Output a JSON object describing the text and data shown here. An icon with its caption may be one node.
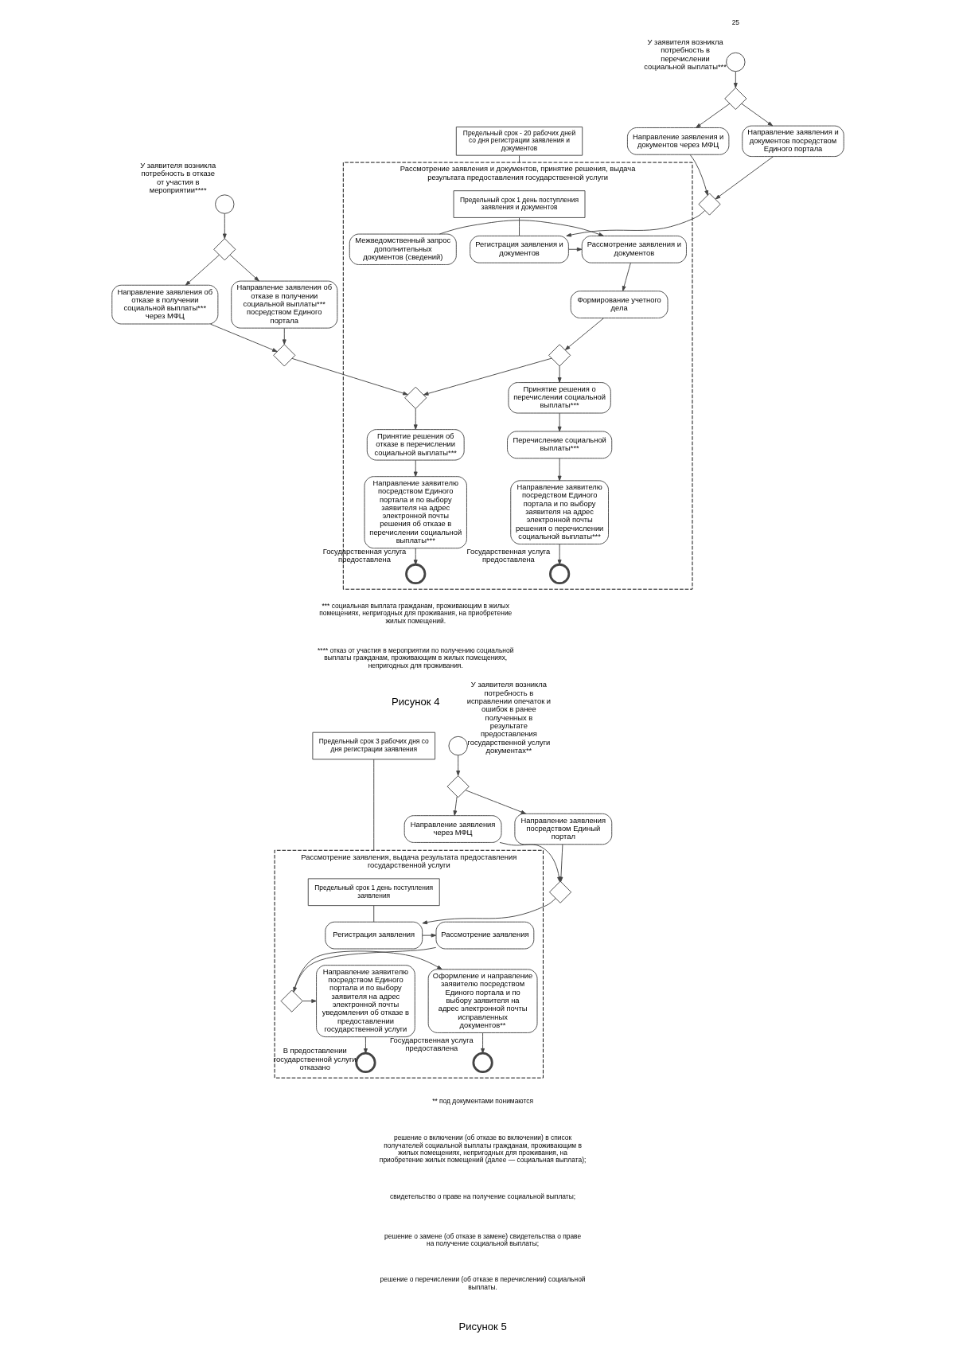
{
  "diagram": {
    "nodes": [
      {
        "text": [
          "Рассмотрение заявления и документов, принятие решения, выдача результата предоставления государственной услуги"
        ]
      },
      {
        "text": [
          "Предельный срок - 20 рабочих дней со дня регистрации заявления и документов"
        ]
      },
      {
        "text": [],
        "shape": "circle",
        "beside": [
          "У заявителя возникла потребность в перечислении социальной выплаты***"
        ]
      },
      {
        "text": [],
        "shape": "diamond"
      },
      {
        "text": [
          "Направление заявления и документов через МФЦ"
        ]
      },
      {
        "text": [
          "Направление заявления и документов посредством Единого портала"
        ]
      },
      {
        "text": [],
        "shape": "diamond"
      },
      {
        "text": [
          "Предельный срок 1 день поступления заявления и документов"
        ],
        "in": 0
      },
      {
        "text": [
          "Регистрация заявления и документов"
        ],
        "in": 0
      },
      {
        "text": [
          "Рассмотрение заявления и документов"
        ],
        "in": 0
      },
      {
        "text": [
          "Межведомственный запрос дополнительных документов (сведений)"
        ],
        "in": 0
      },
      {
        "text": [
          "Формирование учетного дела"
        ],
        "in": 0
      },
      {
        "text": [],
        "shape": "diamond",
        "in": 0
      },
      {
        "text": [],
        "shape": "diamond",
        "in": 0
      },
      {
        "text": [],
        "shape": "circle",
        "beside": [
          "У заявителя возникла потребность в отказе от участия в мероприятии****"
        ]
      },
      {
        "text": [],
        "shape": "diamond"
      },
      {
        "text": [
          "Направление заявления об отказе в получении социальной выплаты*** через МФЦ"
        ]
      },
      {
        "text": [
          "Направление заявления об отказе в получении социальной выплаты*** посредством Единого портала"
        ]
      },
      {
        "text": [],
        "shape": "diamond"
      },
      {
        "text": [
          "Принятие решения об отказе в перечислении социальной выплаты***"
        ],
        "in": 0
      },
      {
        "text": [
          "Принятие решения о перечислении социальной выплаты***"
        ],
        "in": 0
      },
      {
        "text": [
          "Перечисление социальной выплаты***"
        ],
        "in": 0
      },
      {
        "text": [
          "Направление заявителю посредством Единого портала и по выбору заявителя на адрес электронной почты решения об отказе в перечислении социальной выплаты***"
        ],
        "in": 0
      },
      {
        "text": [
          "Направление заявителю посредством Единого портала и по выбору заявителя на адрес электронной почты решения о перечислении социальной выплаты***"
        ],
        "in": 0
      },
      {
        "text": [],
        "shape": "circle",
        "in": 0,
        "beside": [
          "Государственная услуга предоставлена"
        ]
      },
      {
        "text": [],
        "shape": "circle",
        "in": 0,
        "beside": [
          "Государственная услуга предоставлена"
        ]
      },
      {
        "text": [
          "Рассмотрение заявления, выдача результата предоставления государственной услуги"
        ]
      },
      {
        "text": [
          "Предельный срок 3 рабочих дня со дня регистрации заявления"
        ]
      },
      {
        "text": [],
        "shape": "circle",
        "beside": [
          "У заявителя возникла потребность в исправлении опечаток и ошибок в ранее полученных в результате предоставления государственной услуги документах**"
        ]
      },
      {
        "text": [],
        "shape": "diamond"
      },
      {
        "text": [
          "Направление заявления через МФЦ"
        ]
      },
      {
        "text": [
          "Направление заявления посредством Единый портал"
        ]
      },
      {
        "text": [],
        "shape": "diamond"
      },
      {
        "text": [
          "Предельный срок 1 день поступления заявления"
        ],
        "in": 26
      },
      {
        "text": [
          "Регистрация заявления"
        ],
        "in": 26
      },
      {
        "text": [
          "Рассмотрение заявления"
        ],
        "in": 26
      },
      {
        "text": [],
        "shape": "diamond",
        "in": 26
      },
      {
        "text": [
          "Оформление и направление заявителю посредством Единого портала и по выбору заявителя на адрес электронной почты исправленных документов**"
        ],
        "in": 26
      },
      {
        "text": [
          "Направление заявителю посредством Единого портала и по выбору заявителя на адрес электронной почты уведомления об отказе в предоставлении государственной услуги"
        ],
        "in": 26
      },
      {
        "text": [],
        "shape": "circle",
        "in": 26,
        "beside": [
          "Государственная услуга предоставлена"
        ]
      },
      {
        "text": [],
        "shape": "circle",
        "in": 26,
        "beside": [
          "В предоставлении государственной услуги отказано"
        ]
      }
    ],
    "edges": [
      {
        "from": 1,
        "to": 0,
        "arrow": "none"
      },
      {
        "from": 2,
        "to": 3,
        "arrow": "to"
      },
      {
        "from": 3,
        "to": 4,
        "arrow": "to"
      },
      {
        "from": 3,
        "to": 5,
        "arrow": "to"
      },
      {
        "from": 4,
        "to": 6,
        "arrow": "to"
      },
      {
        "from": 5,
        "to": 6,
        "arrow": "to"
      },
      {
        "from": 7,
        "to": 8,
        "arrow": "none"
      },
      {
        "from": 6,
        "to": 8,
        "arrow": "to"
      },
      {
        "from": 8,
        "to": 9,
        "arrow": "to"
      },
      {
        "from": 10,
        "to": 9,
        "arrow": "to"
      },
      {
        "from": 9,
        "to": 11,
        "arrow": "to"
      },
      {
        "from": 11,
        "to": 12,
        "arrow": "to"
      },
      {
        "from": 12,
        "to": 13,
        "arrow": "to"
      },
      {
        "from": 12,
        "to": 20,
        "arrow": "to"
      },
      {
        "from": 14,
        "to": 15,
        "arrow": "to"
      },
      {
        "from": 15,
        "to": 16,
        "arrow": "to"
      },
      {
        "from": 15,
        "to": 17,
        "arrow": "to"
      },
      {
        "from": 16,
        "to": 18,
        "arrow": "to"
      },
      {
        "from": 17,
        "to": 18,
        "arrow": "to"
      },
      {
        "from": 18,
        "to": 13,
        "arrow": "to"
      },
      {
        "from": 13,
        "to": 19,
        "arrow": "to"
      },
      {
        "from": 19,
        "to": 22,
        "arrow": "to"
      },
      {
        "from": 22,
        "to": 24,
        "arrow": "to"
      },
      {
        "from": 20,
        "to": 21,
        "arrow": "to"
      },
      {
        "from": 21,
        "to": 23,
        "arrow": "to"
      },
      {
        "from": 23,
        "to": 25,
        "arrow": "to"
      },
      {
        "from": 27,
        "to": 26,
        "arrow": "none"
      },
      {
        "from": 28,
        "to": 29,
        "arrow": "to"
      },
      {
        "from": 29,
        "to": 30,
        "arrow": "to"
      },
      {
        "from": 29,
        "to": 31,
        "arrow": "to"
      },
      {
        "from": 30,
        "to": 32,
        "arrow": "to"
      },
      {
        "from": 31,
        "to": 32,
        "arrow": "to"
      },
      {
        "from": 33,
        "to": 34,
        "arrow": "none"
      },
      {
        "from": 32,
        "to": 34,
        "arrow": "to"
      },
      {
        "from": 34,
        "to": 35,
        "arrow": "to"
      },
      {
        "from": 35,
        "to": 36,
        "arrow": "to"
      },
      {
        "from": 36,
        "to": 37,
        "arrow": "to"
      },
      {
        "from": 36,
        "to": 38,
        "arrow": "to"
      },
      {
        "from": 37,
        "to": 39,
        "arrow": "to"
      },
      {
        "from": 38,
        "to": 40,
        "arrow": "to"
      }
    ],
    "labels": [
      "25",
      "*** социальная выплата гражданам, проживающим в жилых помещениях, непригодных для проживания, на приобретение жилых помещений.",
      "**** отказ от участия в мероприятии по получению социальной выплаты гражданам, проживающим в жилых помещениях, непригодных для проживания.",
      "Рисунок 4",
      "** под документами понимаются",
      "решение о включении (об отказе во включении) в список получателей социальной выплаты гражданам, проживающим в жилых помещениях, непригодных для проживания, на приобретение жилых помещений (далее — социальная выплата);",
      "свидетельство о праве на получение социальной выплаты;",
      "решение о замене (об отказе в замене) свидетельства о праве на получение социальной выплаты;",
      "решение о перечислении (об отказе в перечислении) социальной выплаты.",
      "Рисунок 5"
    ]
  }
}
